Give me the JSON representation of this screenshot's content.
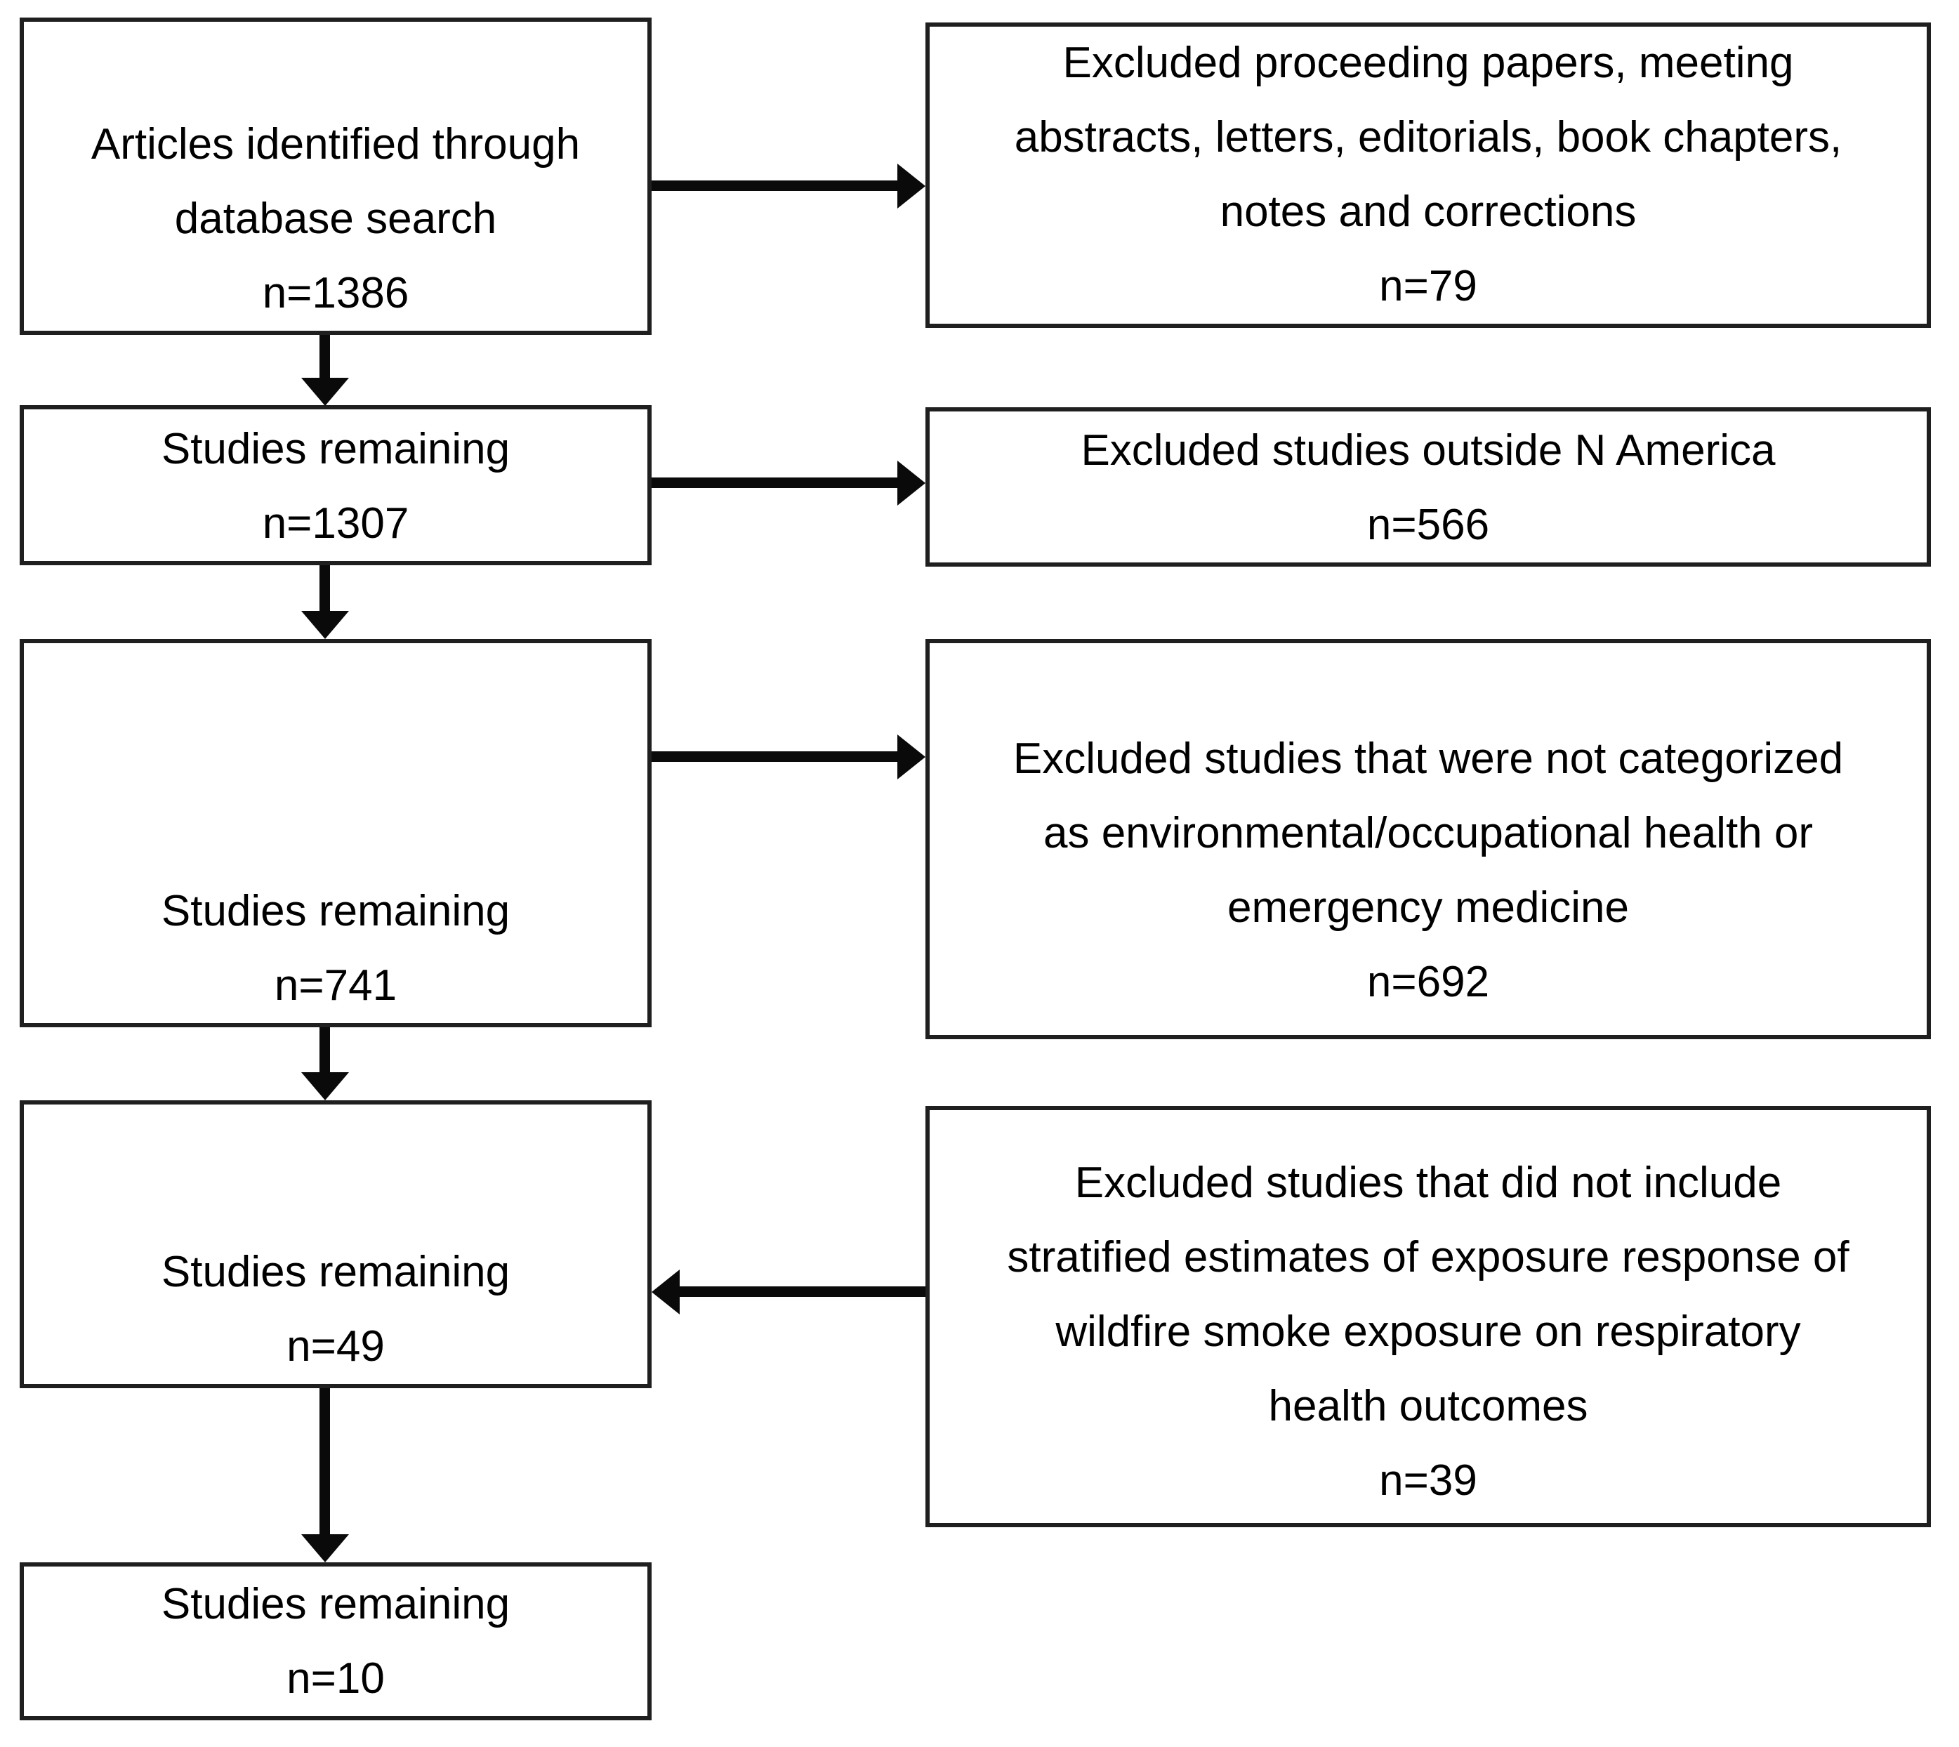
{
  "figure": {
    "description": "Flow diagram of study selection for systematic review",
    "colors": {
      "background": "#ffffff",
      "box_border": "#1f1f1f",
      "text": "#000000",
      "arrow": "#0a0a0a"
    }
  },
  "boxes": {
    "identified": {
      "lines": [
        "Articles identified through",
        "database search"
      ],
      "count": "n=1386"
    },
    "excluded_pub_types": {
      "lines": [
        "Excluded proceeding papers, meeting",
        "abstracts, letters, editorials, book chapters,",
        "notes and corrections"
      ],
      "count": "n=79"
    },
    "remaining_1307": {
      "lines": [
        "Studies remaining"
      ],
      "count": "n=1307"
    },
    "excluded_outside_na": {
      "lines": [
        "Excluded studies outside N America"
      ],
      "count": "n=566"
    },
    "remaining_741": {
      "lines": [
        "Studies remaining"
      ],
      "count": "n=741"
    },
    "excluded_not_categorized": {
      "lines": [
        "Excluded studies that were not categorized",
        "as environmental/occupational health or",
        "emergency medicine"
      ],
      "count": "n=692"
    },
    "remaining_49": {
      "lines": [
        "Studies remaining"
      ],
      "count": "n=49"
    },
    "excluded_no_stratified": {
      "lines": [
        "Excluded studies that did not include",
        "stratified estimates of exposure response of",
        "wildfire smoke exposure on respiratory",
        "health outcomes"
      ],
      "count": "n=39"
    },
    "remaining_10": {
      "lines": [
        "Studies remaining"
      ],
      "count": "n=10"
    }
  },
  "arrows": [
    {
      "from": "identified",
      "to": "excluded_pub_types",
      "direction": "right"
    },
    {
      "from": "identified",
      "to": "remaining_1307",
      "direction": "down"
    },
    {
      "from": "remaining_1307",
      "to": "excluded_outside_na",
      "direction": "right"
    },
    {
      "from": "remaining_1307",
      "to": "remaining_741",
      "direction": "down"
    },
    {
      "from": "remaining_741",
      "to": "excluded_not_categorized",
      "direction": "right"
    },
    {
      "from": "remaining_741",
      "to": "remaining_49",
      "direction": "down"
    },
    {
      "from": "excluded_no_stratified",
      "to": "remaining_49",
      "direction": "left"
    },
    {
      "from": "remaining_49",
      "to": "remaining_10",
      "direction": "down"
    }
  ]
}
